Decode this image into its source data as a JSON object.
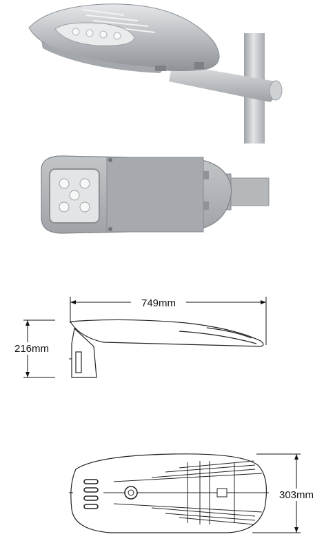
{
  "views": {
    "front": {
      "name": "front-perspective-view"
    },
    "bottom": {
      "name": "bottom-photo-view"
    },
    "side": {
      "length_label": "749mm",
      "height_label": "216mm"
    },
    "top": {
      "width_label": "303mm"
    }
  },
  "colors": {
    "housing": "#b9bcc0",
    "housing_dark": "#8f9397",
    "pole": "#c5c8cb",
    "led_panel": "#dcdedf",
    "line": "#111111"
  }
}
